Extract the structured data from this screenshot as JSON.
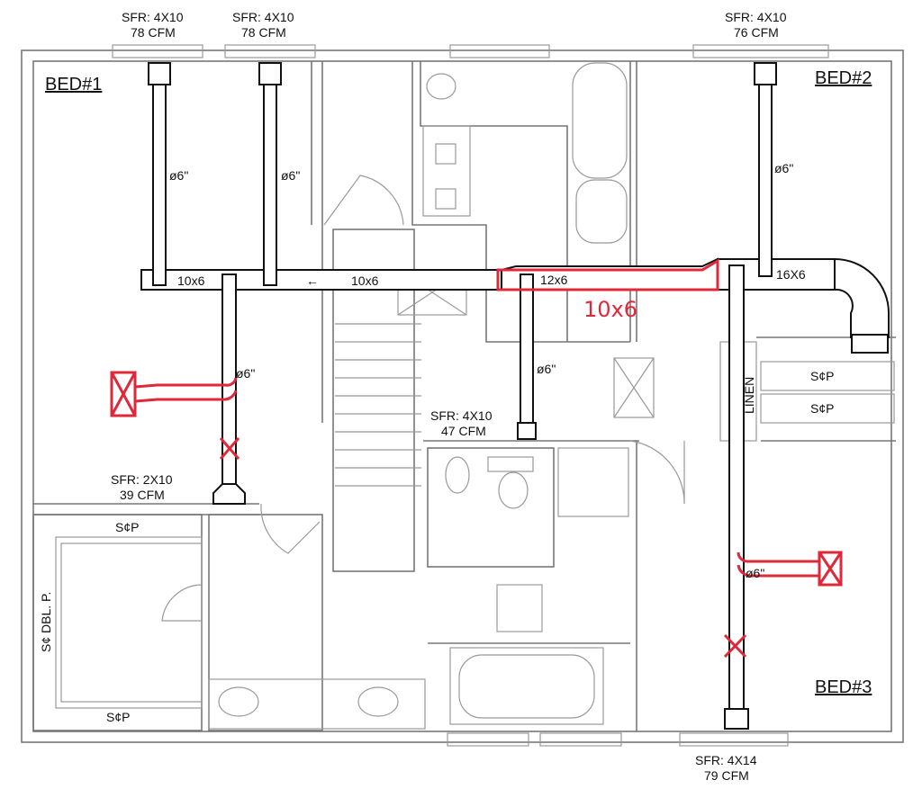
{
  "rooms": {
    "bed1": "BED#1",
    "bed2": "BED#2",
    "bed3": "BED#3",
    "linen": "LINEN"
  },
  "closets": {
    "sp_top_left": "S¢P",
    "sp_bottom_left": "S¢P",
    "dbl_p": "S¢ DBL. P.",
    "sp_right_1": "S¢P",
    "sp_right_2": "S¢P"
  },
  "registers": [
    {
      "size": "SFR: 4X10",
      "cfm": "78 CFM"
    },
    {
      "size": "SFR: 4X10",
      "cfm": "78 CFM"
    },
    {
      "size": "SFR: 4X10",
      "cfm": "76 CFM"
    },
    {
      "size": "SFR: 2X10",
      "cfm": "39 CFM"
    },
    {
      "size": "SFR: 4X10",
      "cfm": "47 CFM"
    },
    {
      "size": "SFR: 4X14",
      "cfm": "79 CFM"
    }
  ],
  "ducts": {
    "trunk_a": "10x6",
    "trunk_b": "10x6",
    "trunk_c": "12x6",
    "trunk_d": "16X6",
    "branch": "ø6\"",
    "flow_arrow": "←"
  },
  "markup": {
    "correction": "10x6",
    "color": "#e0283a"
  }
}
